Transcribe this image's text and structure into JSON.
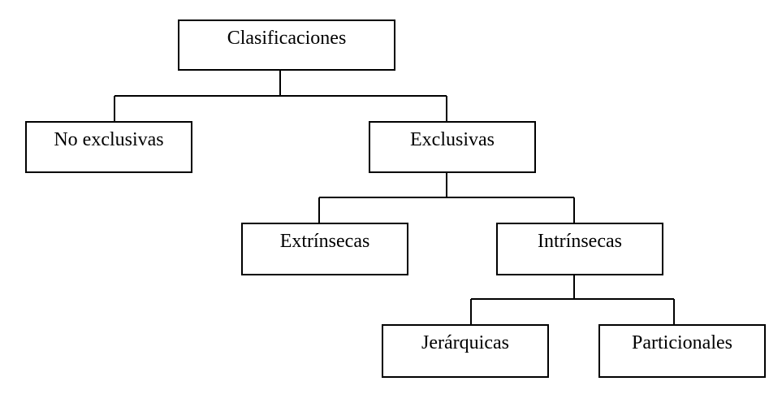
{
  "diagram": {
    "root": "Clasificaciones",
    "no_exclusivas": "No exclusivas",
    "exclusivas": "Exclusivas",
    "extrinsecas": "Extrínsecas",
    "intrinsecas": "Intrínsecas",
    "jerarquicas": "Jerárquicas",
    "particionales": "Particionales"
  },
  "colors": {
    "line": "#000000",
    "background": "#ffffff"
  }
}
